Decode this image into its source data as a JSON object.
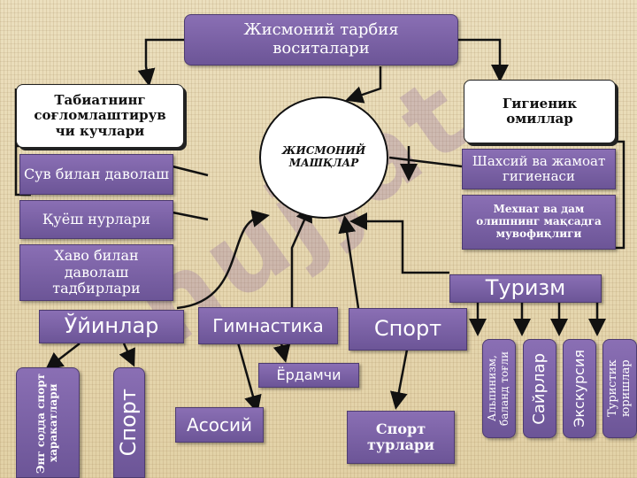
{
  "title": "Жисмоний тарбия\nвоситалари",
  "center": "ЖИСМОНИЙ\nМАШҚЛАР",
  "nature": {
    "heading": "Табиатнинг\nсоғломлаштирув\nчи кучлари",
    "items": [
      "Сув билан даволаш",
      "Қуёш нурлари",
      "Хаво билан даволаш тадбирлари"
    ]
  },
  "hygiene": {
    "heading": "Гигиеник\nомиллар",
    "items": [
      "Шахсий ва жамоат гигиенаси",
      "Мехнат ва дам олишнинг мақсадга мувофиқлиги"
    ]
  },
  "games": {
    "label": "Ўйинлар",
    "sub": [
      "Энг содда спорт харакатлари",
      "Спорт"
    ]
  },
  "gymnastics": {
    "label": "Гимнастика",
    "sub": [
      "Ёрдамчи",
      "Асосий"
    ]
  },
  "sport": {
    "label": "Спорт",
    "sub": [
      "Спорт турлари"
    ]
  },
  "tourism": {
    "label": "Туризм",
    "sub": [
      "Альпинизм, баланд тоғли",
      "Сайрлар",
      "Экскурсия",
      "Туристик юришлар"
    ]
  },
  "watermark": "hujjat",
  "colors": {
    "box": "#7b62a8",
    "line": "#111111",
    "background": "#e6d8b3"
  }
}
